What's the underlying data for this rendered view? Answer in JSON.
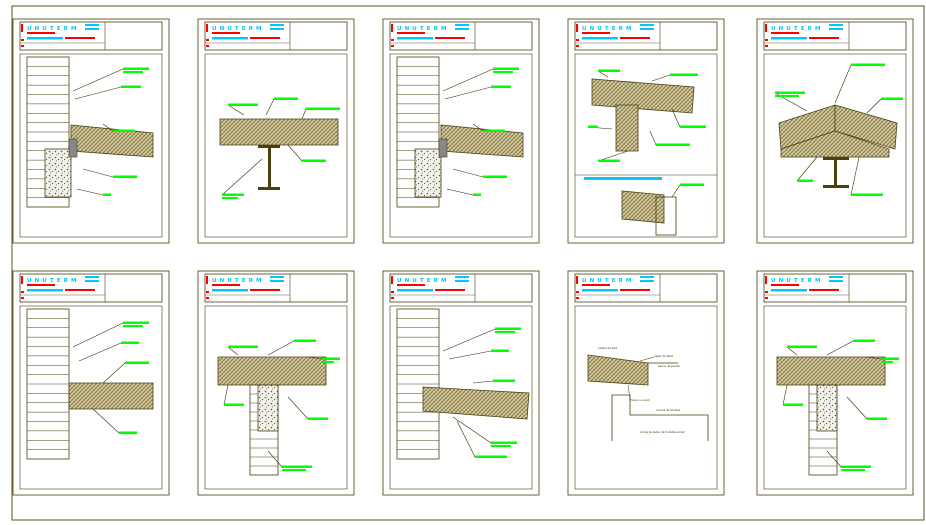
{
  "drawing": {
    "sheet_title": "U N U  T E R M",
    "colors": {
      "background": "#ffffff",
      "frame": "#5c5320",
      "outline": "#4a3f10",
      "hatch": "#7a6a30",
      "leader": "#3b3000",
      "note_green": "#00ff00",
      "title_cyan": "#00c8ff",
      "title_red": "#ff0000"
    },
    "sheets": [
      {
        "id": "s1",
        "variant": "wall-left-steel"
      },
      {
        "id": "s2",
        "variant": "beam-ibeam"
      },
      {
        "id": "s3",
        "variant": "wall-left-steel"
      },
      {
        "id": "s4",
        "variant": "t-joint-two-panel"
      },
      {
        "id": "s5",
        "variant": "ridge-ibeam"
      },
      {
        "id": "s6",
        "variant": "wall-left-plain"
      },
      {
        "id": "s7",
        "variant": "panel-over-wall"
      },
      {
        "id": "s8",
        "variant": "wall-left-tilted"
      },
      {
        "id": "s9",
        "variant": "eave-foundation"
      },
      {
        "id": "s10",
        "variant": "panel-over-wall"
      }
    ],
    "annotations_sheet9": [
      "Lamba de alba",
      "capac de tabla",
      "panou de perete",
      "Fixare cu surub",
      "Ancora de bordura",
      "Anclaj de beton de fundatie armat"
    ]
  }
}
